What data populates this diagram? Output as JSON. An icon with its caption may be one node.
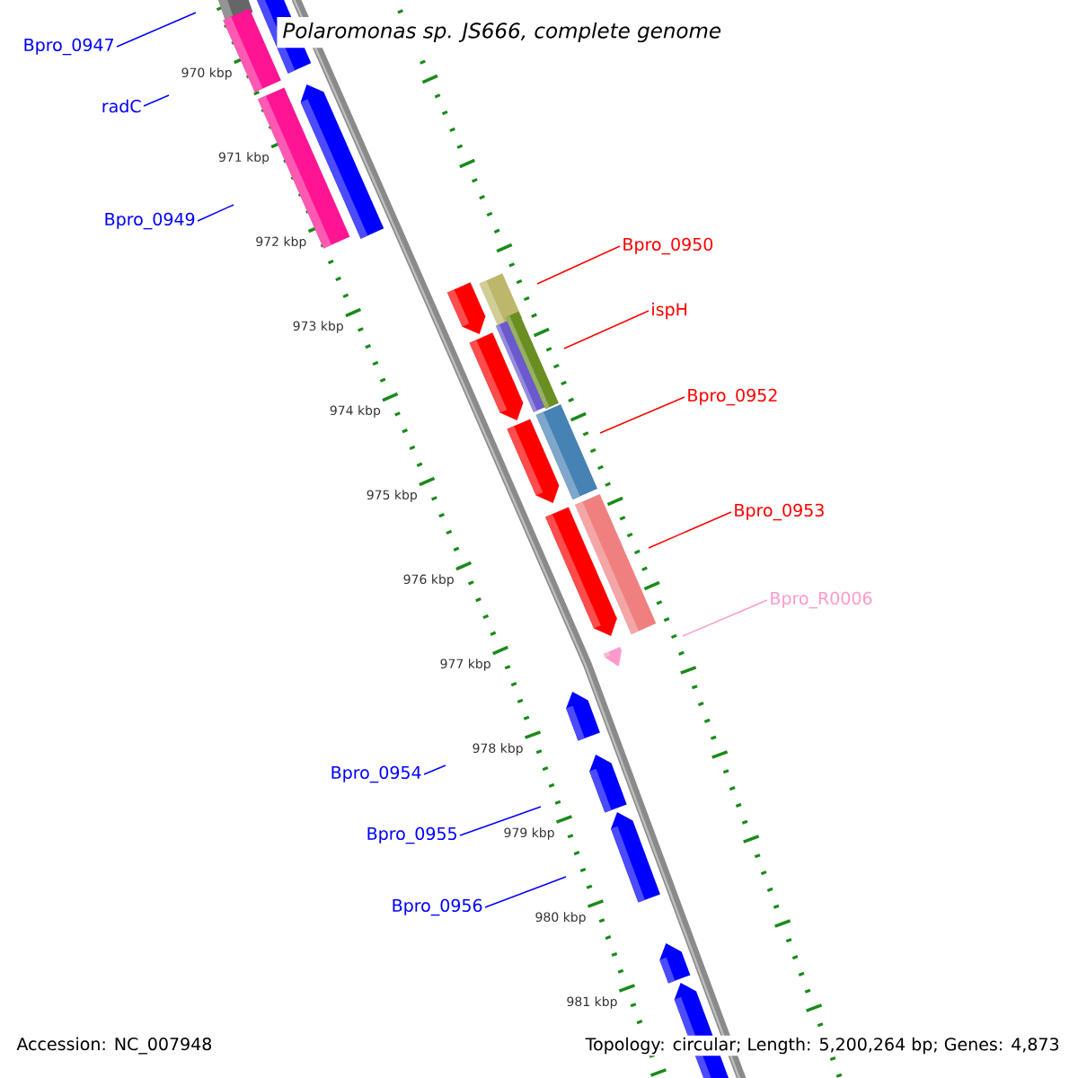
{
  "diagram": {
    "title": "*Polaromonas sp. JS666, complete genome*",
    "nodes": [
      {
        "text": [
          "Bpro_0947"
        ]
      },
      {
        "text": [
          "radC"
        ]
      },
      {
        "text": [
          "Bpro_0949"
        ]
      },
      {
        "text": [
          "Bpro_0950"
        ]
      },
      {
        "text": [
          "ispH"
        ]
      },
      {
        "text": [
          "Bpro_0952"
        ]
      },
      {
        "text": [
          "Bpro_0953"
        ]
      },
      {
        "text": [
          "Bpro_R0006"
        ]
      },
      {
        "text": [
          "Bpro_0954"
        ]
      },
      {
        "text": [
          "Bpro_0955"
        ]
      },
      {
        "text": [
          "Bpro_0956"
        ]
      }
    ],
    "edges": [
      {
        "from": 0,
        "to": null,
        "arrow": "none"
      },
      {
        "from": 1,
        "to": null,
        "arrow": "none"
      },
      {
        "from": 2,
        "to": null,
        "arrow": "none"
      },
      {
        "from": 3,
        "to": null,
        "arrow": "none",
        "color": "#ff0000"
      },
      {
        "from": 4,
        "to": null,
        "arrow": "none",
        "color": "#ff0000"
      },
      {
        "from": 5,
        "to": null,
        "arrow": "none",
        "color": "#ff0000"
      },
      {
        "from": 6,
        "to": null,
        "arrow": "none",
        "color": "#ff0000"
      },
      {
        "from": 7,
        "to": null,
        "arrow": "none",
        "color": "#ff99cc"
      },
      {
        "from": 8,
        "to": null,
        "arrow": "none"
      },
      {
        "from": 9,
        "to": null,
        "arrow": "none"
      },
      {
        "from": 10,
        "to": null,
        "arrow": "none"
      }
    ],
    "labels": [
      "970 kbp",
      "971 kbp",
      "972 kbp",
      "973 kbp",
      "974 kbp",
      "975 kbp",
      "976 kbp",
      "977 kbp",
      "978 kbp",
      "979 kbp",
      "980 kbp",
      "981 kbp",
      "Accession: NC_007948",
      "Topology: circular; Length: 5,200,264 bp; Genes: 4,873"
    ]
  }
}
